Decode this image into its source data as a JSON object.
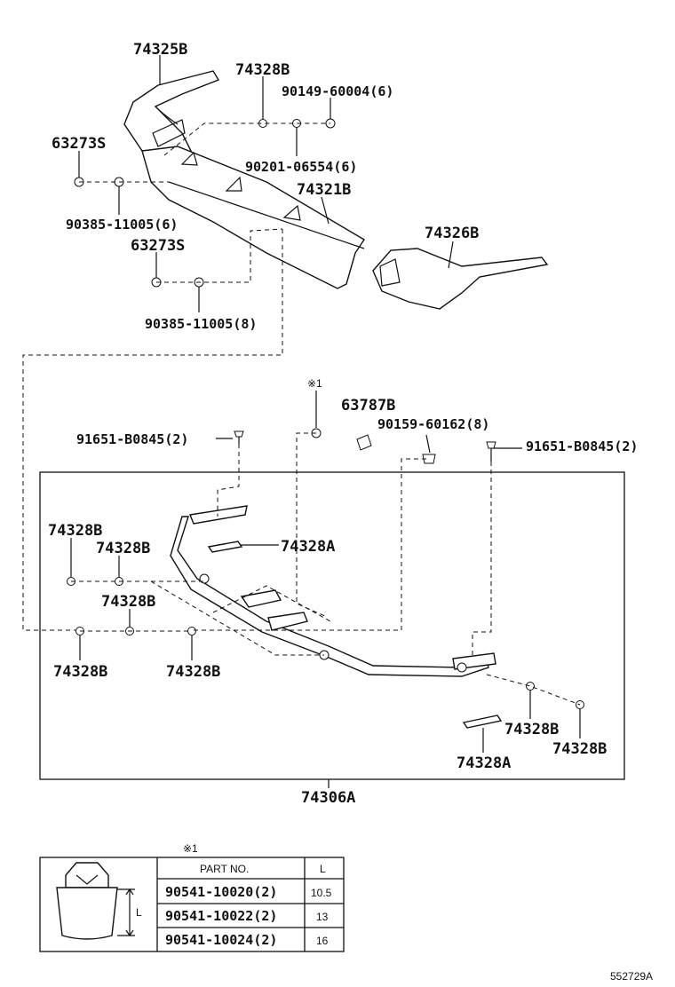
{
  "callouts": {
    "p74325B": "74325B",
    "p74328B_top": "74328B",
    "p90149": "90149-60004(6)",
    "p63273S_a": "63273S",
    "p90201": "90201-06554(6)",
    "p74321B": "74321B",
    "p90385_a": "90385-11005(6)",
    "p74326B": "74326B",
    "p63273S_b": "63273S",
    "p90385_b": "90385-11005(8)",
    "note_mark": "※1",
    "p63787B": "63787B",
    "p91651_left": "91651-B0845(2)",
    "p90159": "90159-60162(8)",
    "p91651_right": "91651-B0845(2)",
    "p74328B_l1": "74328B",
    "p74328B_l2": "74328B",
    "p74328A_top": "74328A",
    "p74328B_l3": "74328B",
    "p74328B_l4": "74328B",
    "p74328B_l5": "74328B",
    "p74328B_r1": "74328B",
    "p74328B_r2": "74328B",
    "p74328A_bot": "74328A",
    "p74306A": "74306A"
  },
  "clip_table": {
    "note_mark": "※1",
    "headers": [
      "PART NO.",
      "L"
    ],
    "dim_label": "L",
    "rows": [
      {
        "part_no": "90541-10020(2)",
        "l": "10.5"
      },
      {
        "part_no": "90541-10022(2)",
        "l": "13"
      },
      {
        "part_no": "90541-10024(2)",
        "l": "16"
      }
    ]
  },
  "figure_id": "552729A"
}
